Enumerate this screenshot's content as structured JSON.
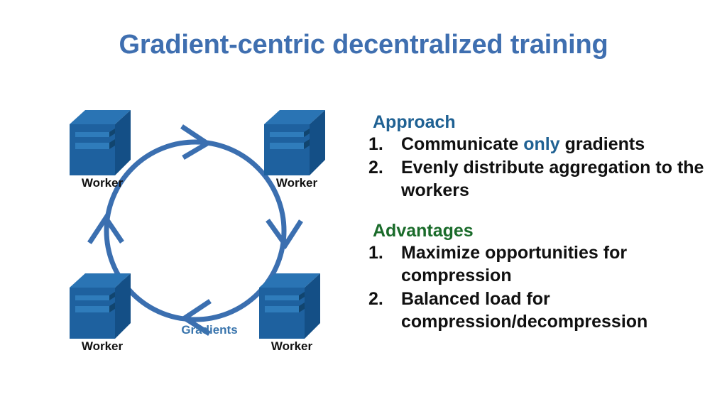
{
  "slide": {
    "title": "Gradient-centric decentralized training",
    "title_color": "#3f6fb0",
    "background": "#ffffff"
  },
  "diagram": {
    "name": "worker-ring",
    "ring_label": "Gradients",
    "ring_label_color": "#3a75ad",
    "ring_color": "#3b6fb0",
    "ring_direction": "clockwise",
    "arrow_count": 4,
    "node_icon": "server-icon",
    "node_colors": {
      "front": "#1e619f",
      "top": "#2a74b4",
      "side": "#144f86"
    },
    "nodes": [
      {
        "id": "worker-top-left",
        "label": "Worker"
      },
      {
        "id": "worker-top-right",
        "label": "Worker"
      },
      {
        "id": "worker-bottom-left",
        "label": "Worker"
      },
      {
        "id": "worker-bottom-right",
        "label": "Worker"
      }
    ]
  },
  "approach": {
    "heading": "Approach",
    "heading_color": "#1f6193",
    "items": [
      {
        "num": "1.",
        "text_before": "Communicate ",
        "highlight": "only",
        "text_after": " gradients"
      },
      {
        "num": "2.",
        "text_before": "Evenly distribute aggregation to the workers",
        "highlight": "",
        "text_after": ""
      }
    ]
  },
  "advantages": {
    "heading": "Advantages",
    "heading_color": "#1a6b2a",
    "items": [
      {
        "num": "1.",
        "text_before": "Maximize opportunities for compression",
        "highlight": "",
        "text_after": ""
      },
      {
        "num": "2.",
        "text_before": "Balanced load for compression/decompression",
        "highlight": "",
        "text_after": ""
      }
    ]
  }
}
